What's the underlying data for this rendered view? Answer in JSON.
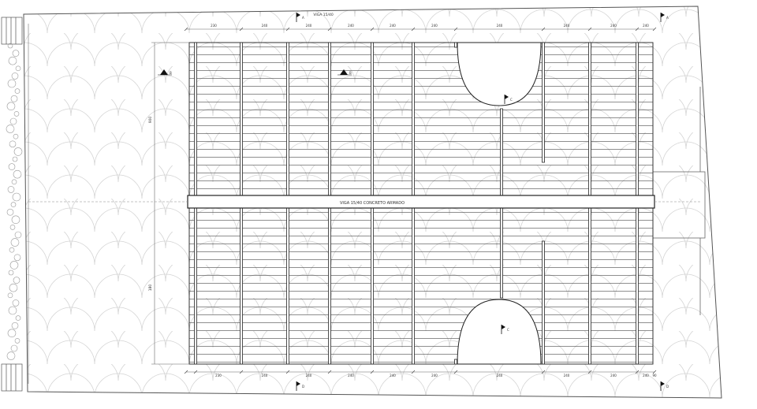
{
  "drawing": {
    "top_label": "VIGA 15/40",
    "center_beam_label": "VIGA 15/40 CONCRETO ARMADO",
    "left_dim_upper": "900",
    "left_dim_lower": "180",
    "top_dimensions": [
      "230",
      "240",
      "240",
      "240",
      "240",
      "240",
      "240",
      "240",
      "240",
      "240"
    ],
    "bottom_dimensions": [
      "230",
      "240",
      "240",
      "240",
      "240",
      "240",
      "240",
      "240",
      "240",
      "240",
      "90"
    ],
    "section_marks": [
      "A",
      "A",
      "B",
      "B",
      "C",
      "C",
      "D",
      "D"
    ]
  }
}
